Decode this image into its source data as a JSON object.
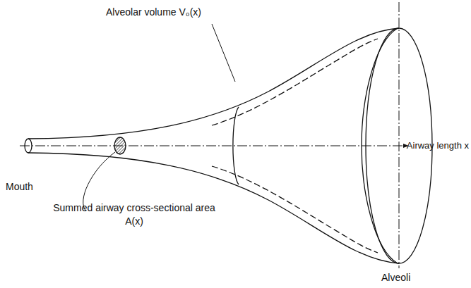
{
  "diagram": {
    "labels": [
      "Alveolar volume V₀(x)",
      "Mouth",
      "Summed airway cross-sectional area A(x)",
      "Airway length x",
      "Alveoli"
    ]
  }
}
